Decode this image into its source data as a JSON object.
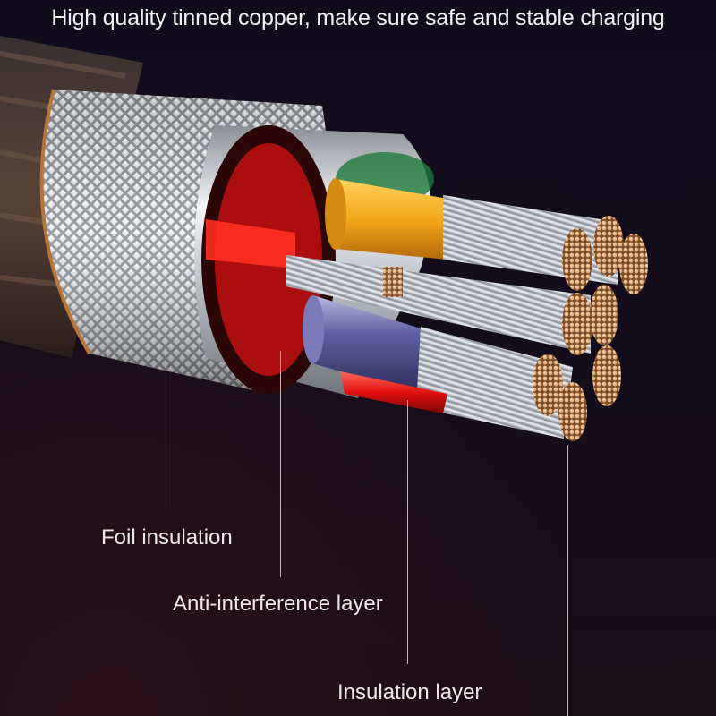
{
  "headline": "High quality tinned copper, make sure safe and stable charging",
  "callouts": [
    {
      "label": "Foil insulation",
      "target": "braided-foil-shield"
    },
    {
      "label": "Anti-interference layer",
      "target": "aluminum-foil-wrap"
    },
    {
      "label": "Insulation layer",
      "target": "colored-wire-insulation"
    },
    {
      "label": "",
      "target": "tinned-copper-strands"
    }
  ],
  "illustration": {
    "subject": "cutaway-usb-cable",
    "wire_colors": {
      "red": "#e01010",
      "yellow": "#f0a818",
      "purple": "#5a5a9a",
      "green": "#1f7a3a",
      "copper": "#c98f5a",
      "silver": "#d9dde3"
    }
  }
}
